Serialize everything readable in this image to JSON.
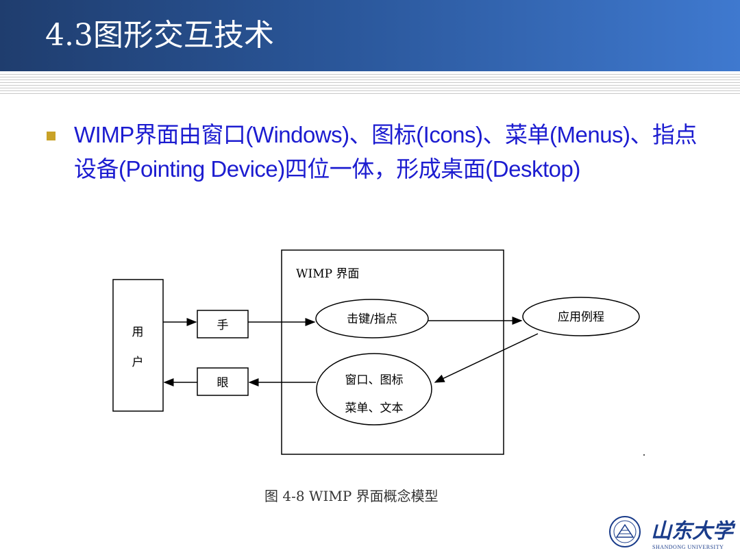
{
  "slide": {
    "title": "4.3图形交互技术",
    "bullet": "WIMP界面由窗口(Windows)、图标(Icons)、菜单(Menus)、指点设备(Pointing Device)四位一体，形成桌面(Desktop)"
  },
  "diagram": {
    "user_chars": [
      "用",
      "户"
    ],
    "hand": "手",
    "eye": "眼",
    "wimp_label": "WIMP 界面",
    "keystroke": "击键/指点",
    "app": "应用例程",
    "window_line1": "窗口、图标",
    "window_line2": "菜单、文本",
    "caption": "图 4-8 WIMP 界面概念模型"
  },
  "logo": {
    "name": "山东大学",
    "sub": "SHANDONG UNIVERSITY"
  },
  "colors": {
    "header_dark": "#1f3d6e",
    "header_light": "#3f79cf",
    "bullet_text": "#1c1cd0",
    "bullet_marker": "#c9a227"
  }
}
